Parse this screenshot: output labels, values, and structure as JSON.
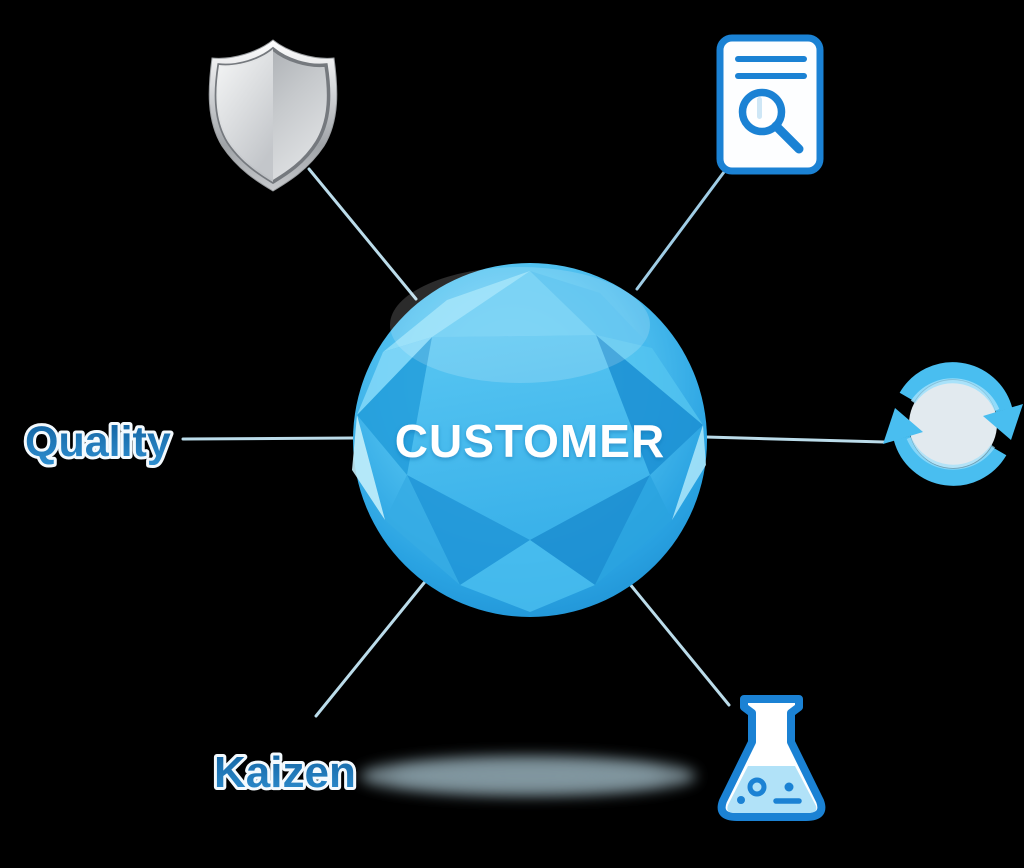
{
  "diagram": {
    "center": {
      "label": "CUSTOMER",
      "shape": "faceted-blue-sphere"
    },
    "spokes": [
      {
        "name": "quality",
        "type": "text-label",
        "label": "Quality",
        "position": "left"
      },
      {
        "name": "protection",
        "type": "icon",
        "icon": "shield-icon",
        "position": "top-left"
      },
      {
        "name": "inspection",
        "type": "icon",
        "icon": "document-search-icon",
        "position": "top-right"
      },
      {
        "name": "continuous-cycle",
        "type": "icon",
        "icon": "refresh-icon",
        "position": "right"
      },
      {
        "name": "testing",
        "type": "icon",
        "icon": "flask-icon",
        "position": "bottom-right"
      },
      {
        "name": "kaizen",
        "type": "text-label",
        "label": "Kaizen",
        "position": "bottom-left"
      }
    ],
    "colors": {
      "background": "#000000",
      "connector_line": "#c6e8f7",
      "label_blue_dark": "#11619f",
      "label_blue_light": "#2f8fd0",
      "icon_stroke_blue": "#1b82d4",
      "sphere_light": "#9fe2fa",
      "sphere_mid": "#3cb4ec",
      "sphere_dark": "#1b8cd0",
      "shield_silver_light": "#f8f9fa",
      "shield_silver_dark": "#8e9296",
      "refresh_blue": "#49bef0",
      "flask_liquid": "#b1e2f8",
      "floor_shadow": "#9db5bf"
    }
  }
}
